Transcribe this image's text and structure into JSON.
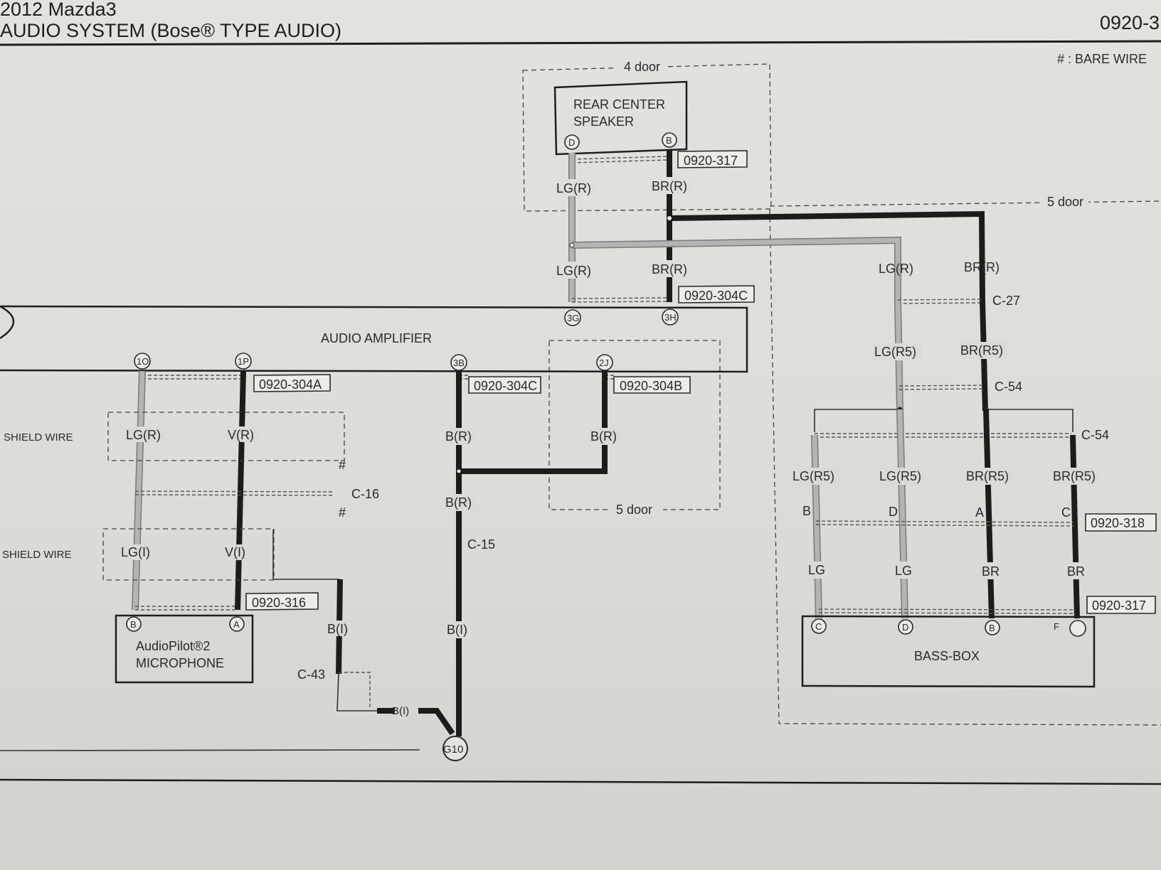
{
  "header": {
    "vehicle": "2012 Mazda3",
    "system": "AUDIO SYSTEM (Bose® TYPE AUDIO)",
    "page_number": "0920-3",
    "legend_note": "# : BARE WIRE"
  },
  "components": {
    "rear_center_speaker_line1": "REAR CENTER",
    "rear_center_speaker_line2": "SPEAKER",
    "audio_amplifier": "AUDIO AMPLIFIER",
    "microphone_line1": "AudioPilot®2",
    "microphone_line2": "MICROPHONE",
    "bass_box": "BASS-BOX",
    "ground": "G10"
  },
  "zones": {
    "four_door": "4 door",
    "five_door": "5 door"
  },
  "refs": {
    "r317": "0920-317",
    "r304c": "0920-304C",
    "r304a": "0920-304A",
    "r304b": "0920-304B",
    "r316": "0920-316",
    "r318": "0920-318"
  },
  "connectors": {
    "c27": "C-27",
    "c54": "C-54",
    "c16": "C-16",
    "c15": "C-15",
    "c43": "C-43",
    "hash": "#"
  },
  "pins": {
    "d": "D",
    "b": "B",
    "a": "A",
    "c": "C",
    "f": "F",
    "p3g": "3G",
    "p3h": "3H",
    "p1o": "1O",
    "p1p": "1P",
    "p3b": "3B",
    "p2j": "2J"
  },
  "wires": {
    "lgr": "LG(R)",
    "brr": "BR(R)",
    "lgr5": "LG(R5)",
    "brr5": "BR(R5)",
    "lg": "LG",
    "br": "BR",
    "lgi": "LG(I)",
    "vr": "V(R)",
    "vi": "V(I)",
    "br_b": "B(R)",
    "bi": "B(I)",
    "shield_wire": "SHIELD WIRE"
  }
}
